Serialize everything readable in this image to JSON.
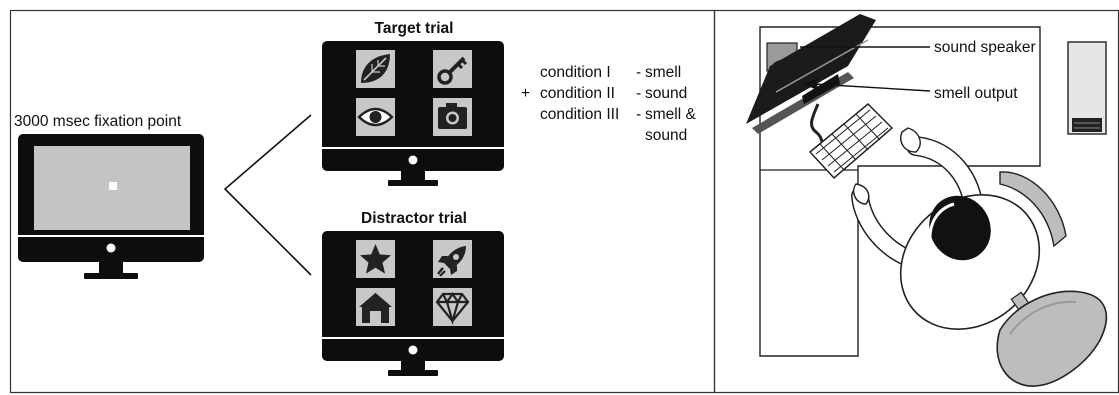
{
  "fixation": {
    "label": "3000 msec fixation point"
  },
  "target_trial": {
    "title": "Target trial",
    "icons": [
      "leaf-icon",
      "key-icon",
      "eye-icon",
      "camera-icon"
    ]
  },
  "distractor_trial": {
    "title": "Distractor trial",
    "icons": [
      "star-icon",
      "rocket-icon",
      "house-icon",
      "diamond-icon"
    ]
  },
  "conditions": {
    "plus": "+",
    "items": [
      {
        "name": "condition I",
        "separator": "-",
        "modality": "smell",
        "modality_2": ""
      },
      {
        "name": "condition II",
        "separator": "-",
        "modality": "sound",
        "modality_2": ""
      },
      {
        "name": "condition III",
        "separator": "-",
        "modality": "smell &",
        "modality_2": "sound"
      }
    ]
  },
  "setup": {
    "sound_speaker_label": "sound speaker",
    "smell_output_label": "smell output"
  },
  "colors": {
    "monitor": "#0d0d0d",
    "screen_gray": "#c4c4c4",
    "tile_gray": "#c8c8c8",
    "outline": "#222222",
    "chair": "#bdbdbd"
  }
}
